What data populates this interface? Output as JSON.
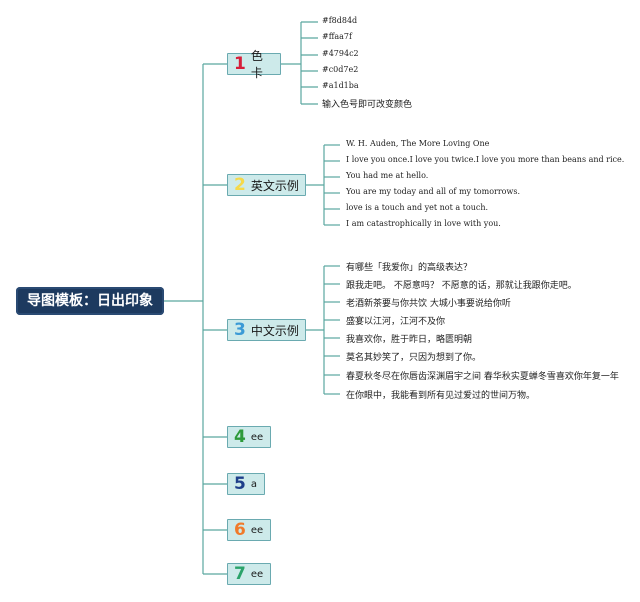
{
  "root": {
    "label": "导图模板：日出印象"
  },
  "branches": [
    {
      "num": "1",
      "label": "色卡",
      "num_color": "#d61f3a",
      "leaves": [
        "#f8d84d",
        "#ffaa7f",
        "#4794c2",
        "#c0d7e2",
        "#a1d1ba",
        "输入色号即可改变颜色"
      ]
    },
    {
      "num": "2",
      "label": "英文示例",
      "num_color": "#f5d94a",
      "leaves": [
        "W. H. Auden, The More Loving One",
        "I love you once.I love you twice.I love you more than beans and rice.",
        "You had me at hello.",
        "You are my today and all of my tomorrows.",
        "love is a touch and yet not a touch.",
        "I am catastrophically in love with you."
      ]
    },
    {
      "num": "3",
      "label": "中文示例",
      "num_color": "#3b9ad6",
      "leaves": [
        "有哪些「我爱你」的高级表达？",
        "跟我走吧。 不愿意吗？ 不愿意的话，那就让我跟你走吧。",
        "老酒新茶要与你共饮 大城小事要说给你听",
        "盛宴以江河，江河不及你",
        "我喜欢你，胜于昨日，略匮明朝",
        "莫名其妙笑了，只因为想到了你。",
        "春夏秋冬尽在你唇齿深渊眉宇之间 春华秋实夏蝉冬雪喜欢你年复一年",
        "在你眼中，我能看到所有见过爱过的世间万物。"
      ]
    },
    {
      "num": "4",
      "label": "ee",
      "num_color": "#2e9a3a",
      "leaves": []
    },
    {
      "num": "5",
      "label": "a",
      "num_color": "#1e3f8a",
      "leaves": []
    },
    {
      "num": "6",
      "label": "ee",
      "num_color": "#f07a2a",
      "leaves": []
    },
    {
      "num": "7",
      "label": "ee",
      "num_color": "#2aa36a",
      "leaves": []
    }
  ],
  "colors": {
    "line": "#5aa79f",
    "root_bg": "#1d3a5f",
    "branch_bg": "#cdeaea"
  }
}
